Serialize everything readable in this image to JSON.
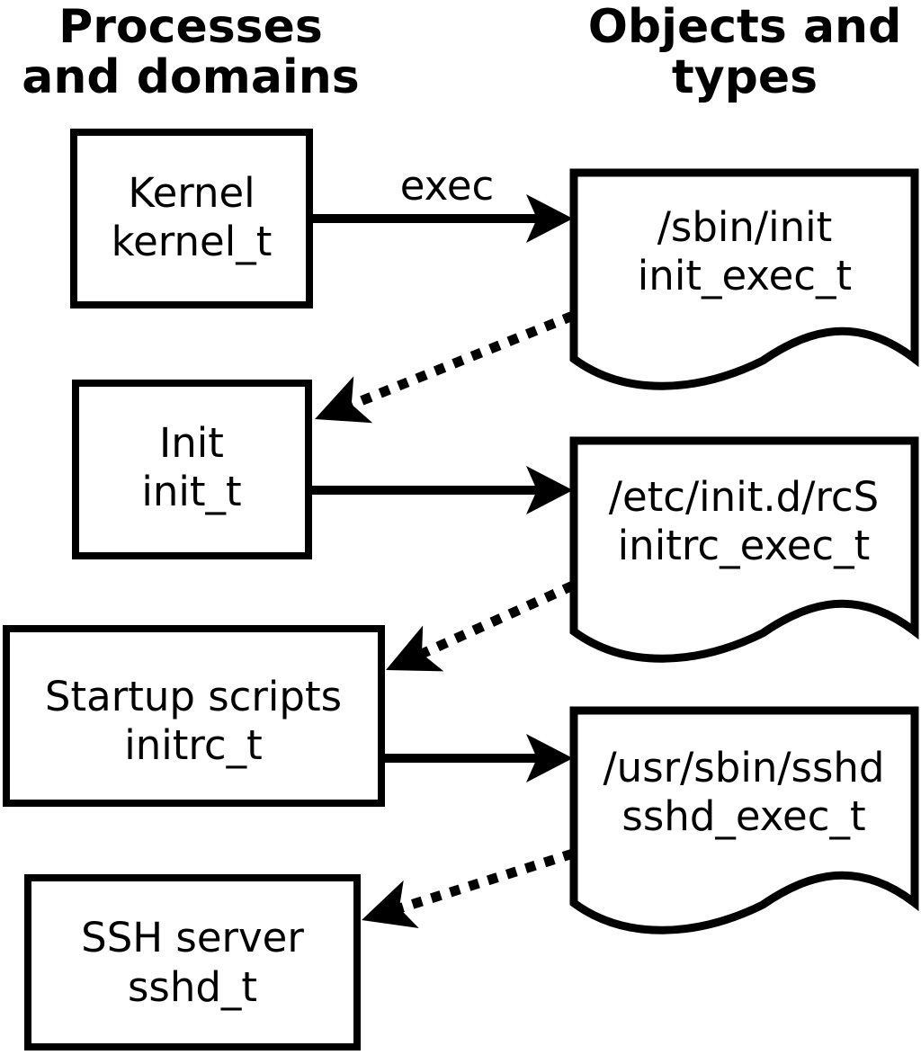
{
  "diagram": {
    "left_header": {
      "line1": "Processes",
      "line2": "and domains"
    },
    "right_header": {
      "line1": "Objects and",
      "line2": "types"
    },
    "nodes": {
      "processes": [
        {
          "label": "Kernel",
          "type": "kernel_t"
        },
        {
          "label": "Init",
          "type": "init_t"
        },
        {
          "label": "Startup scripts",
          "type": "initrc_t"
        },
        {
          "label": "SSH server",
          "type": "sshd_t"
        }
      ],
      "objects": [
        {
          "label": "/sbin/init",
          "type": "init_exec_t"
        },
        {
          "label": "/etc/init.d/rcS",
          "type": "initrc_exec_t"
        },
        {
          "label": "/usr/sbin/sshd",
          "type": "sshd_exec_t"
        }
      ]
    },
    "edges": {
      "exec_label": "exec",
      "solid": [
        {
          "from": "kernel_t",
          "to": "init_exec_t",
          "label": "exec",
          "style": "solid"
        },
        {
          "from": "init_t",
          "to": "initrc_exec_t",
          "label": "",
          "style": "solid"
        },
        {
          "from": "initrc_t",
          "to": "sshd_exec_t",
          "label": "",
          "style": "solid"
        }
      ],
      "dotted": [
        {
          "from": "init_exec_t",
          "to": "init_t",
          "style": "dotted"
        },
        {
          "from": "initrc_exec_t",
          "to": "initrc_t",
          "style": "dotted"
        },
        {
          "from": "sshd_exec_t",
          "to": "sshd_t",
          "style": "dotted"
        }
      ]
    },
    "colors": {
      "ink": "#000000",
      "background": "#ffffff"
    }
  }
}
